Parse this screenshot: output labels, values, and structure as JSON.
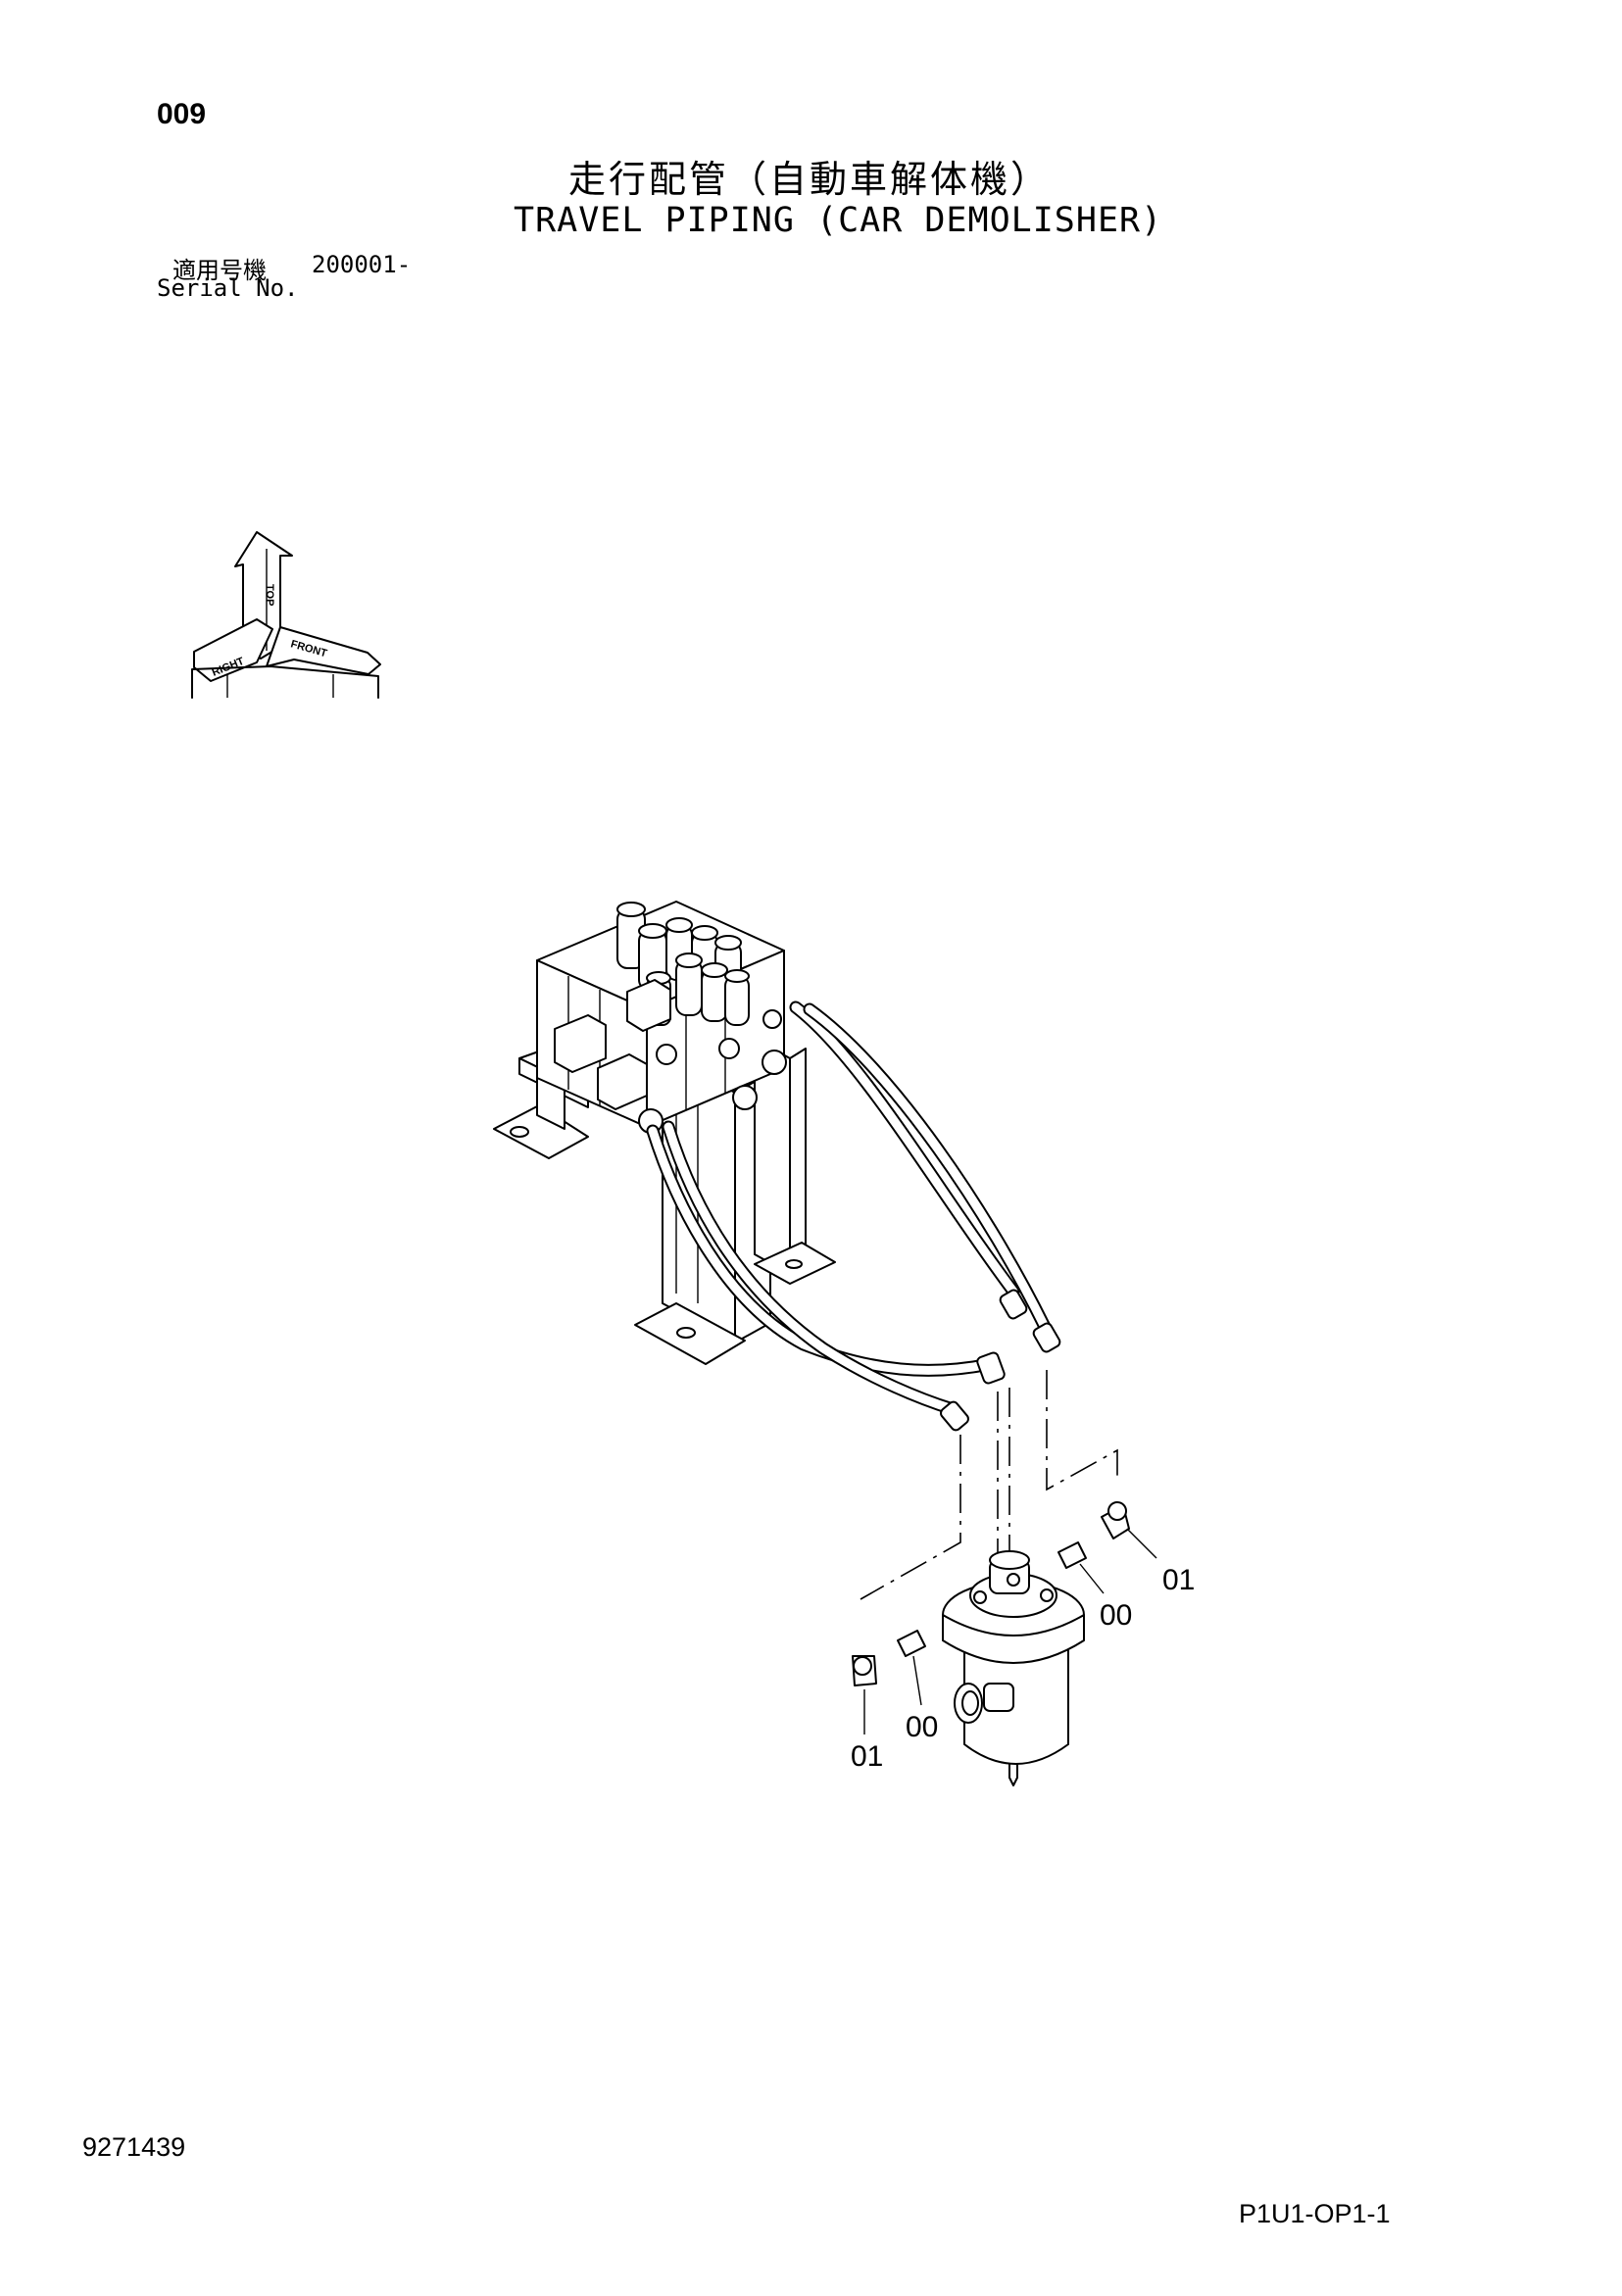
{
  "header": {
    "page_number": "009",
    "title_ja": "走行配管（自動車解体機）",
    "title_en": "TRAVEL PIPING (CAR DEMOLISHER)"
  },
  "serial": {
    "label_ja": "適用号機",
    "value": "200001-",
    "label_en": "Serial No."
  },
  "orientation": {
    "top_label": "TOP",
    "right_label": "RIGHT",
    "front_label": "FRONT"
  },
  "callouts": [
    {
      "label": "01"
    },
    {
      "label": "00"
    },
    {
      "label": "00"
    },
    {
      "label": "01"
    }
  ],
  "footer": {
    "doc_number": "9271439",
    "page_code": "P1U1-OP1-1"
  }
}
